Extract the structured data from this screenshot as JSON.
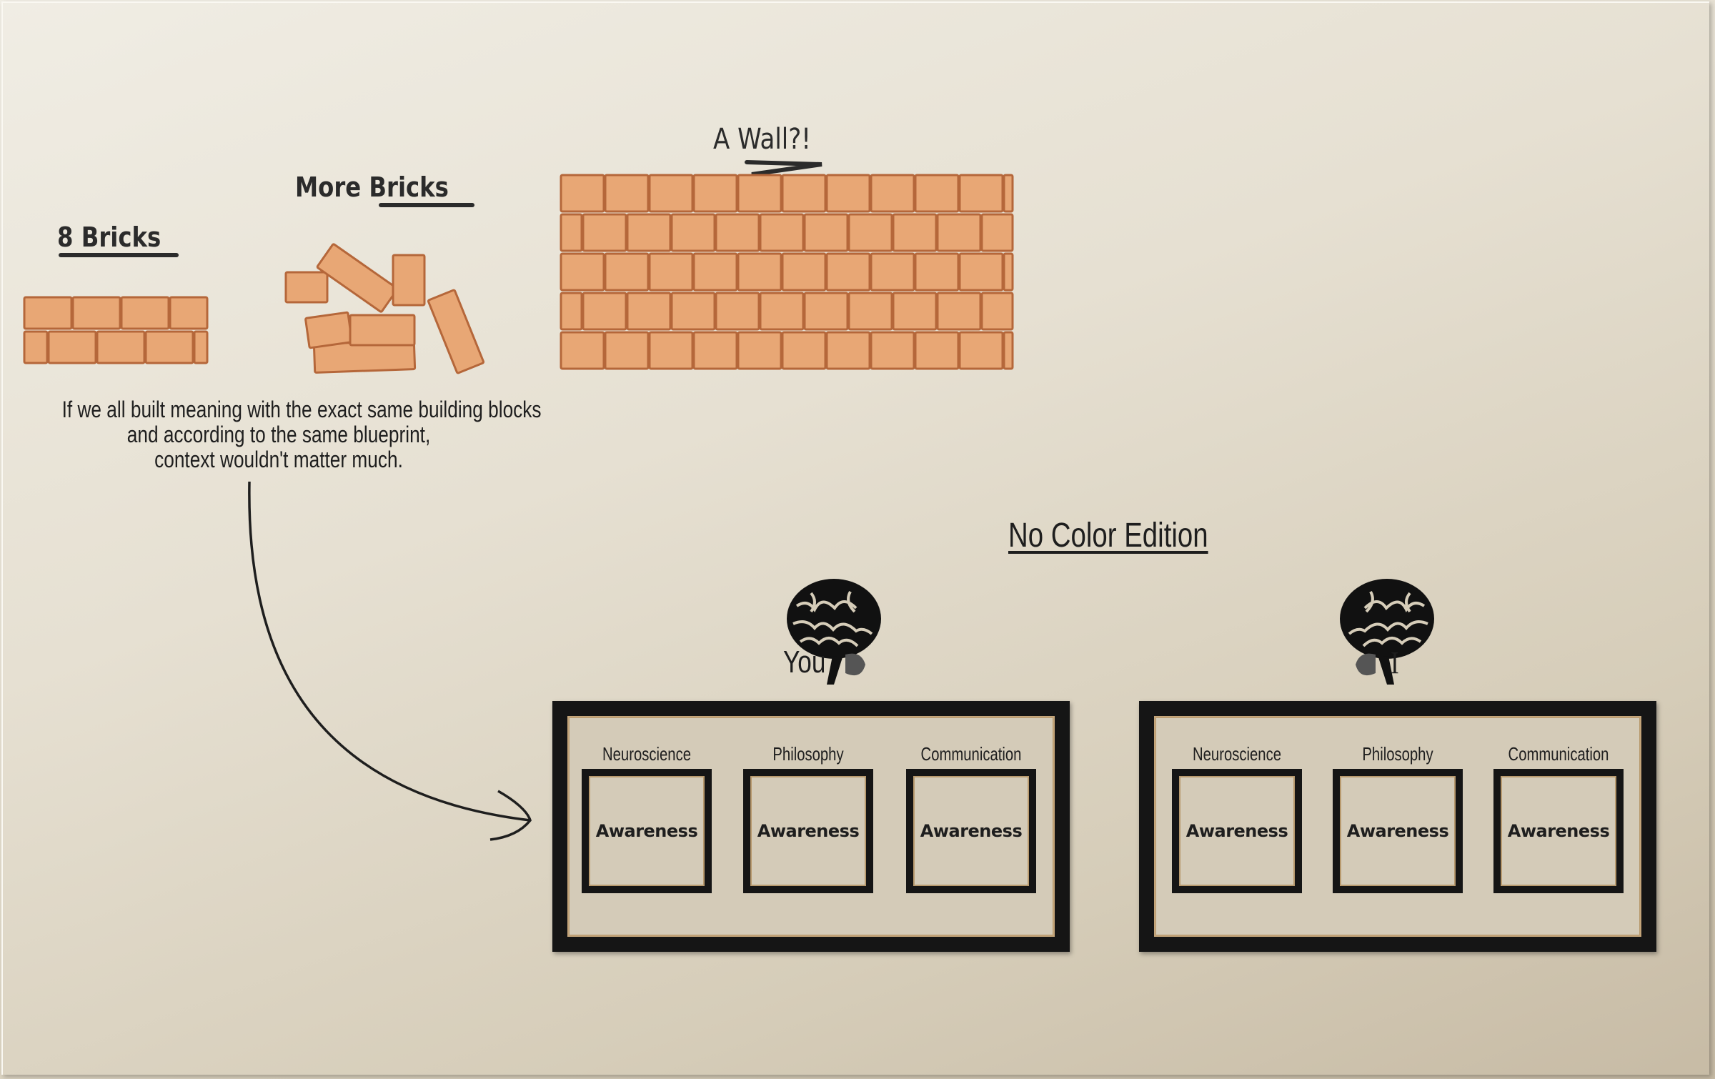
{
  "labels": {
    "eight_bricks": "8 Bricks",
    "more_bricks": "More Bricks",
    "a_wall": "A Wall?!"
  },
  "caption": {
    "lines": [
      "If we all built meaning with the exact same building blocks",
      "and according to the same blueprint,",
      "context wouldn't matter much."
    ]
  },
  "title": "No Color Edition",
  "people": [
    {
      "name": "You",
      "columns": [
        {
          "heading": "Neuroscience",
          "content": "Awareness"
        },
        {
          "heading": "Philosophy",
          "content": "Awareness"
        },
        {
          "heading": "Communication",
          "content": "Awareness"
        }
      ]
    },
    {
      "name": "I",
      "columns": [
        {
          "heading": "Neuroscience",
          "content": "Awareness"
        },
        {
          "heading": "Philosophy",
          "content": "Awareness"
        },
        {
          "heading": "Communication",
          "content": "Awareness"
        }
      ]
    }
  ],
  "colors": {
    "brick": "#e8a775",
    "brick_edge": "#b5673a",
    "frame": "#151515",
    "ink": "#2b2b2b"
  }
}
